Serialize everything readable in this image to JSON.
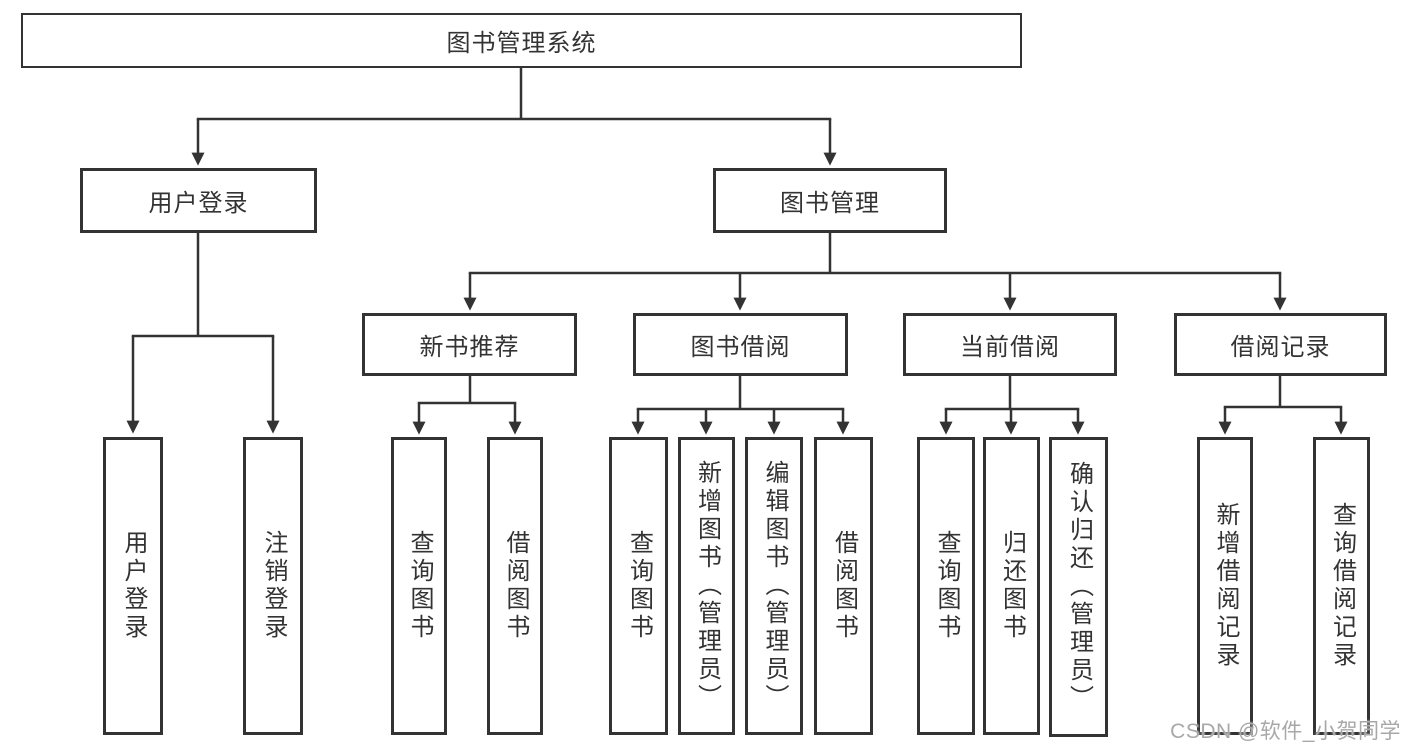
{
  "diagram": {
    "tree": {
      "label": "图书管理系统",
      "children": [
        {
          "label": "用户登录",
          "children": [
            {
              "label": "用户登录"
            },
            {
              "label": "注销登录"
            }
          ]
        },
        {
          "label": "图书管理",
          "children": [
            {
              "label": "新书推荐",
              "children": [
                {
                  "label": "查询图书"
                },
                {
                  "label": "借阅图书"
                }
              ]
            },
            {
              "label": "图书借阅",
              "children": [
                {
                  "label": "查询图书"
                },
                {
                  "label": "新增图书（管理员）"
                },
                {
                  "label": "编辑图书（管理员）"
                },
                {
                  "label": "借阅图书"
                }
              ]
            },
            {
              "label": "当前借阅",
              "children": [
                {
                  "label": "查询图书"
                },
                {
                  "label": "归还图书"
                },
                {
                  "label": "确认归还（管理员）"
                }
              ]
            },
            {
              "label": "借阅记录",
              "children": [
                {
                  "label": "新增借阅记录"
                },
                {
                  "label": "查询借阅记录"
                }
              ]
            }
          ]
        }
      ]
    },
    "colors": {
      "line": "#333333",
      "box_border": "#333333",
      "text": "#333333",
      "background": "#ffffff"
    }
  },
  "watermark": {
    "text": "CSDN @软件_小贺同学",
    "color": "#a8a8a8"
  }
}
